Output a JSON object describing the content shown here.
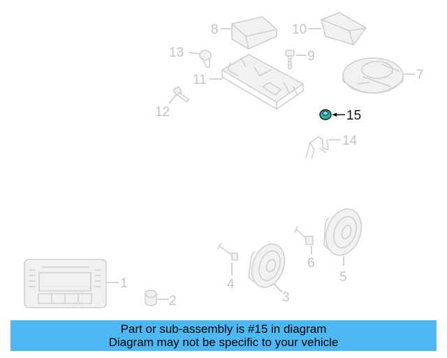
{
  "callouts": {
    "c1": "1",
    "c2": "2",
    "c3": "3",
    "c4": "4",
    "c5": "5",
    "c6": "6",
    "c7": "7",
    "c8": "8",
    "c9": "9",
    "c10": "10",
    "c11": "11",
    "c12": "12",
    "c13": "13",
    "c14": "14",
    "c15": "15"
  },
  "highlighted_part": "15",
  "banner": {
    "line1": "Part or sub-assembly is #15 in diagram",
    "line2": "Diagram may not be specific to your vehicle"
  },
  "colors": {
    "banner_bg": "#4db8f2",
    "highlight": "#2fb3a7",
    "inactive": "#c4c4c4"
  }
}
